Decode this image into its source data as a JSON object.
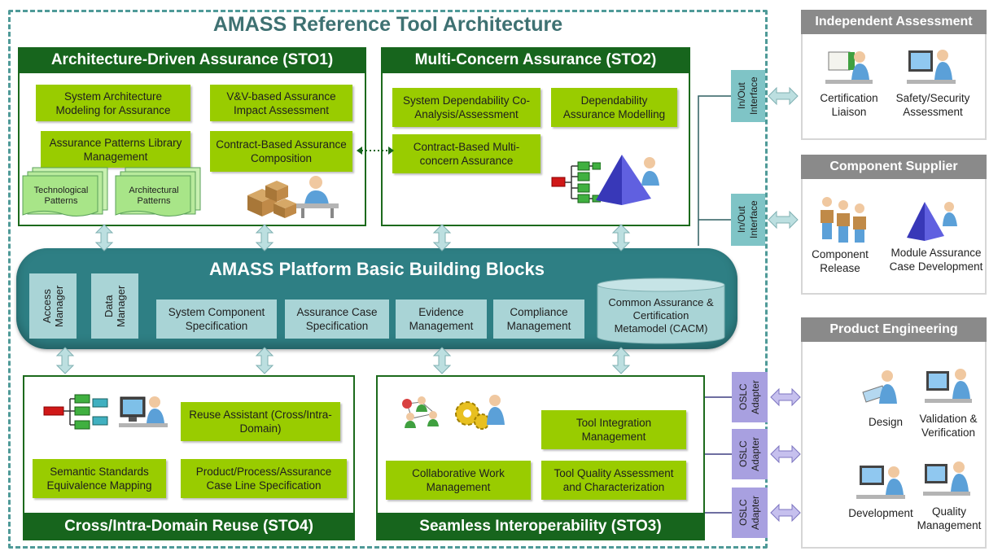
{
  "title": "AMASS Reference Tool Architecture",
  "colors": {
    "panel_green": "#17651d",
    "box_green": "#99cc00",
    "platform_teal": "#2e7f84",
    "teal_light": "#a9d4d6",
    "oslc_purple": "#a8a0e0",
    "side_grey": "#8a8a8a"
  },
  "sto1": {
    "title": "Architecture-Driven Assurance (STO1)",
    "boxes": [
      "System Architecture Modeling for Assurance",
      "V&V-based Assurance Impact Assessment",
      "Assurance Patterns Library Management",
      "Contract-Based Assurance Composition"
    ],
    "patterns": [
      "Technological Patterns",
      "Architectural Patterns"
    ]
  },
  "sto2": {
    "title": "Multi-Concern Assurance (STO2)",
    "boxes": [
      "System Dependability Co-Analysis/Assessment",
      "Dependability Assurance Modelling",
      "Contract-Based Multi-concern Assurance"
    ]
  },
  "platform": {
    "title": "AMASS Platform Basic Building Blocks",
    "vertical": [
      "Access Manager",
      "Data Manager"
    ],
    "blocks": [
      "System Component Specification",
      "Assurance Case Specification",
      "Evidence Management",
      "Compliance Management"
    ],
    "cylinder": "Common Assurance & Certification Metamodel (CACM)"
  },
  "sto4": {
    "title": "Cross/Intra-Domain Reuse (STO4)",
    "boxes": [
      "Reuse Assistant (Cross/Intra-Domain)",
      "Semantic Standards Equivalence Mapping",
      "Product/Process/Assurance Case Line Specification"
    ]
  },
  "sto3": {
    "title": "Seamless Interoperability (STO3)",
    "boxes": [
      "Tool Integration Management",
      "Collaborative Work Management",
      "Tool Quality Assessment and Characterization"
    ]
  },
  "interfaces": {
    "inout": "In/Out Interface",
    "oslc": "OSLC Adapter"
  },
  "independent_assessment": {
    "title": "Independent Assessment",
    "roles": [
      "Certification Liaison",
      "Safety/Security Assessment"
    ]
  },
  "component_supplier": {
    "title": "Component Supplier",
    "roles": [
      "Component Release",
      "Module Assurance Case Development"
    ]
  },
  "product_engineering": {
    "title": "Product Engineering",
    "roles": [
      "Design",
      "Validation & Verification",
      "Development",
      "Quality Management"
    ]
  },
  "icons": [
    "person-at-desk-icon",
    "boxes-icon",
    "pyramid-icon",
    "tree-diagram-icon",
    "network-people-icon",
    "gears-icon",
    "computer-icon"
  ]
}
